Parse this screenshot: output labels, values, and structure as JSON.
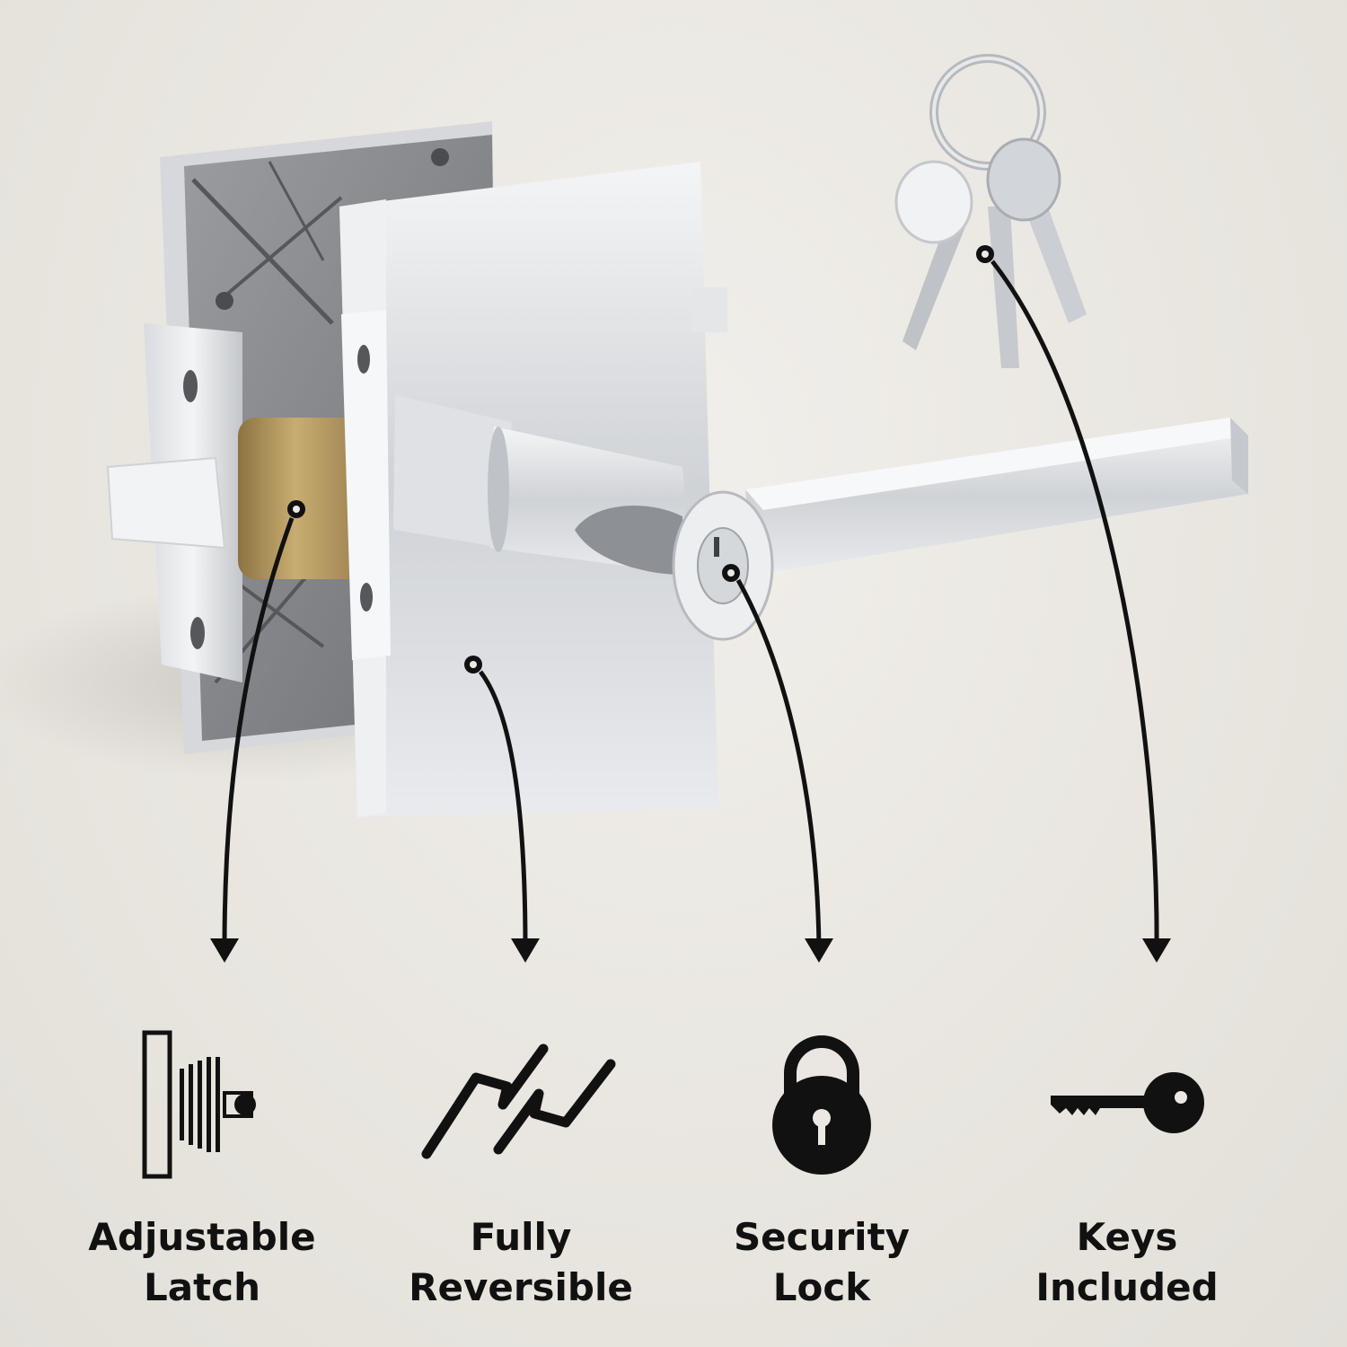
{
  "features": [
    {
      "icon": "latch-icon",
      "line1": "Adjustable",
      "line2": "Latch"
    },
    {
      "icon": "reversible-lever-icon",
      "line1": "Fully",
      "line2": "Reversible"
    },
    {
      "icon": "padlock-icon",
      "line1": "Security",
      "line2": "Lock"
    },
    {
      "icon": "key-icon",
      "line1": "Keys",
      "line2": "Included"
    }
  ],
  "colors": {
    "background": "#ece9e4",
    "text": "#111111",
    "chrome": "#c9ccd0",
    "brass": "#b89a5a",
    "callout": "#111111"
  }
}
